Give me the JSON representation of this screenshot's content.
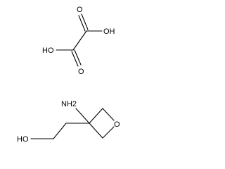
{
  "molecules": {
    "oxalic_acid": {
      "label_oh_right": "OH",
      "label_ho_left": "HO",
      "label_o_top": "O",
      "label_o_bottom": "O"
    },
    "aminooxetane_ethanol": {
      "label_nh2": "NH2",
      "label_ho": "HO",
      "label_ring_o": "O"
    }
  },
  "colors": {
    "ink": "#000000",
    "background": "#ffffff"
  }
}
